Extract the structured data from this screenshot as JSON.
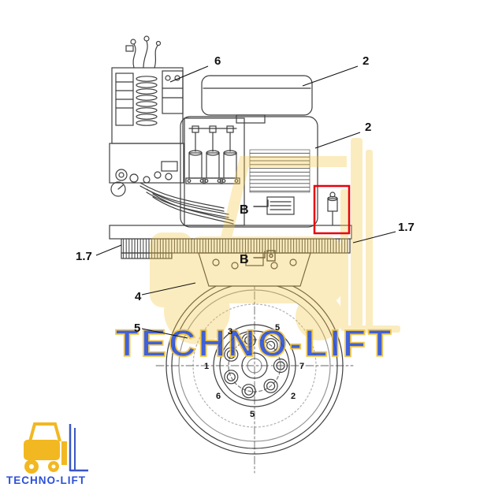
{
  "brand": {
    "watermark_text": "TECHNO-LIFT",
    "logo_text": "TECHNO-LIFT",
    "blue": "#2b50d8",
    "yellow": "#f2bc2a"
  },
  "diagram": {
    "line_color": "#3f3f3f",
    "highlight_color": "#e8000d",
    "callouts": {
      "item6": "6",
      "item2_top": "2",
      "item2_mid": "2",
      "item17_right": "1.7",
      "item17_left": "1.7",
      "item4": "4",
      "item5": "5"
    },
    "sections": {
      "b_upper": "B",
      "b_lower": "B"
    },
    "bolt_labels": {
      "n1": "1",
      "n2": "2",
      "n3": "3",
      "n5a": "5",
      "n5b": "5",
      "n6": "6",
      "n7": "7"
    }
  }
}
